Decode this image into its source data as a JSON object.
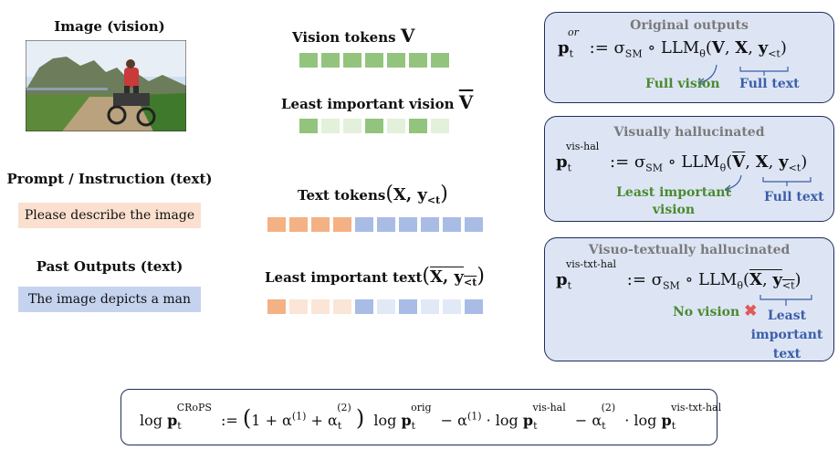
{
  "left": {
    "image_title": "Image (vision)",
    "prompt_title": "Prompt / Instruction (text)",
    "prompt_text": "Please describe the image",
    "past_title": "Past Outputs (text)",
    "past_text": "The image depicts a man"
  },
  "middle": {
    "vision_tokens_label": "Vision tokens",
    "vision_tokens_sym": "V",
    "least_vision_label": "Least important vision",
    "least_vision_sym": "V",
    "text_tokens_label": "Text tokens",
    "least_text_label": "Least important text"
  },
  "panels": {
    "original": {
      "title": "Original outputs",
      "lhs_sup": "or",
      "note_vision": "Full vision",
      "note_text": "Full text"
    },
    "vis_hal": {
      "title": "Visually hallucinated",
      "lhs_sup": "vis-hal",
      "note_vision": "Least important vision",
      "note_text": "Full text"
    },
    "vis_txt_hal": {
      "title": "Visuo-textually hallucinated",
      "lhs_sup": "vis-txt-hal",
      "note_vision": "No vision",
      "note_text": "Least important text"
    }
  },
  "formula": {
    "lhs_sup": "CRoPS",
    "orig_sup": "orig",
    "vis_hal_sup": "vis-hal",
    "vis_txt_hal_sup": "vis-txt-hal"
  },
  "colors": {
    "vision_full": "#93c47d",
    "vision_faded": "#e3f0da",
    "text_prompt": "#f4b183",
    "text_prompt_faded": "#fbe5d6",
    "text_past": "#a9bce6",
    "text_past_faded": "#e2e9f6",
    "panel_bg": "#dde5f5",
    "panel_border": "#1f2d5a"
  },
  "icons": {
    "no_vision": "red-x-icon",
    "image": "motorbike-photo"
  }
}
